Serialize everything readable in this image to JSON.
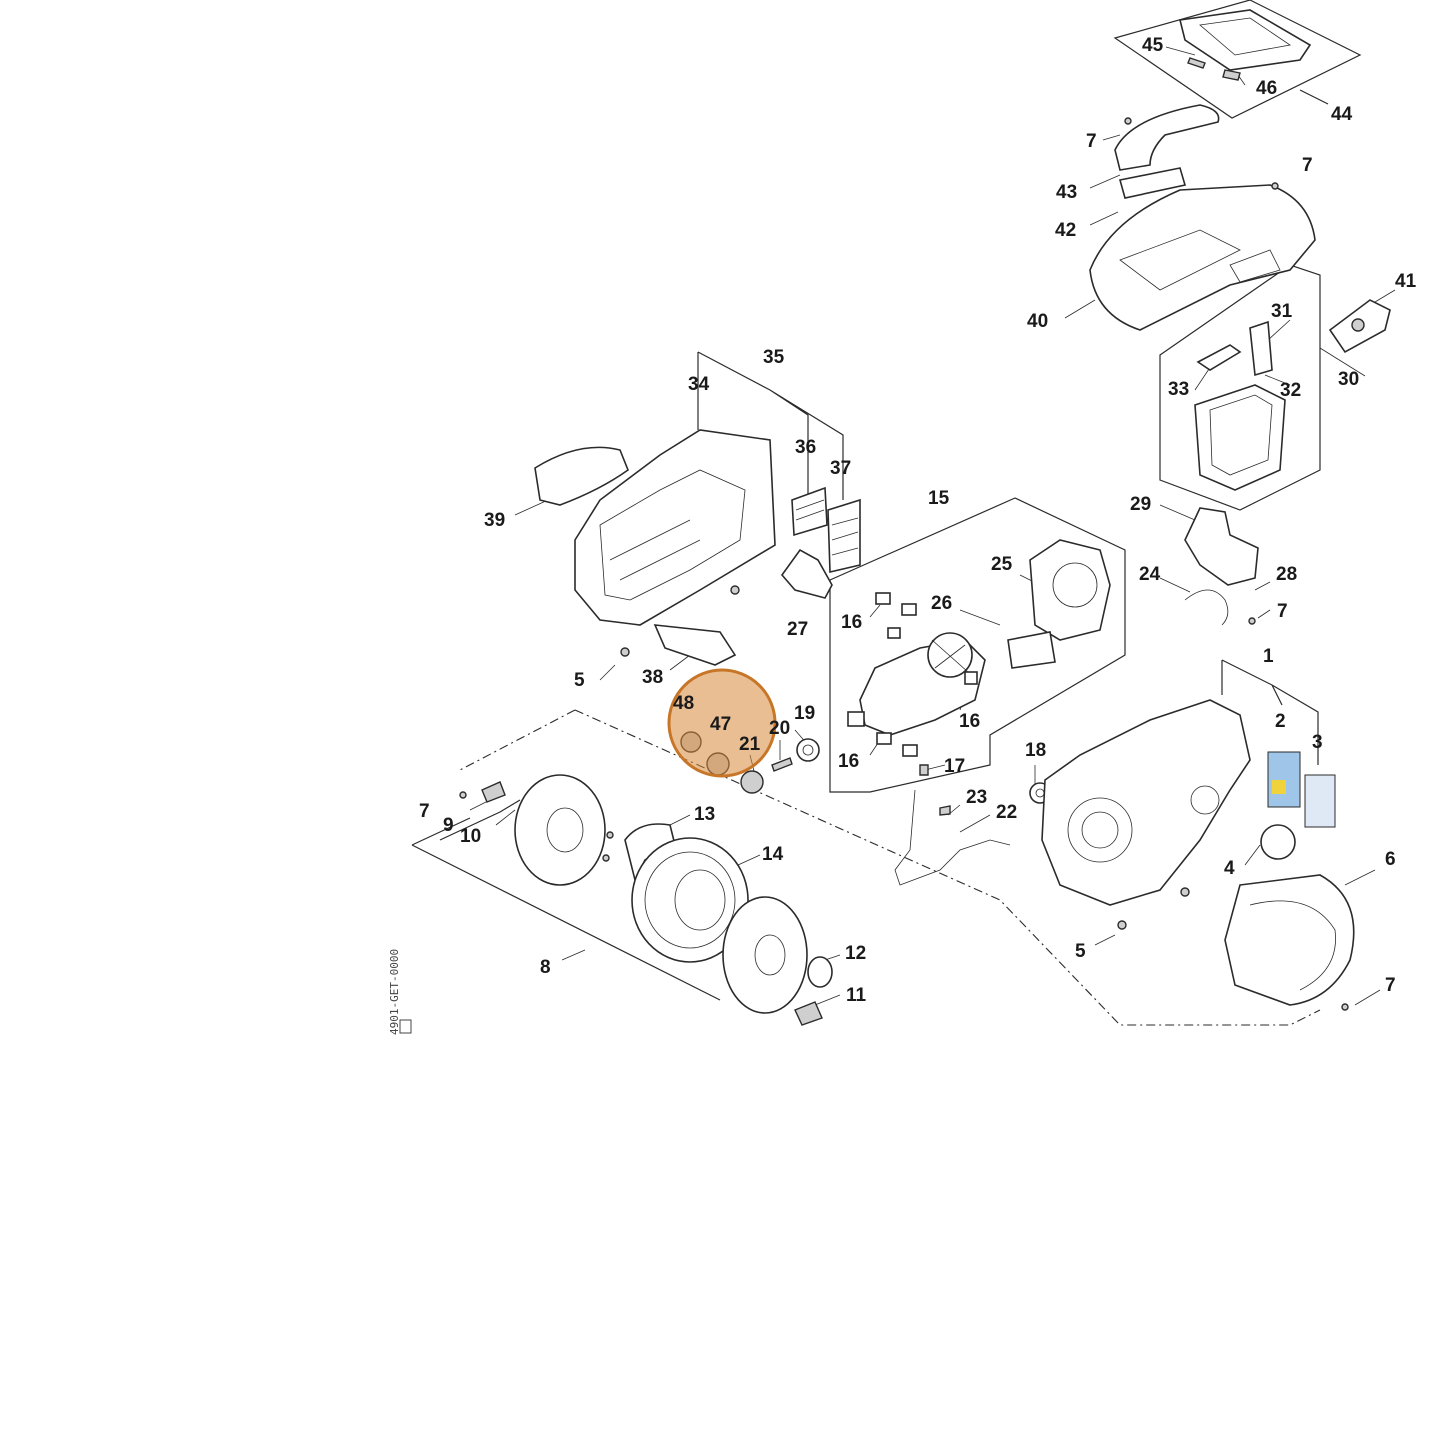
{
  "diagram": {
    "type": "exploded-parts-diagram",
    "highlight_color": "#d9893a",
    "part_labels": [
      {
        "id": "l1",
        "text": "1"
      },
      {
        "id": "l2",
        "text": "2"
      },
      {
        "id": "l3",
        "text": "3"
      },
      {
        "id": "l4",
        "text": "4"
      },
      {
        "id": "l5a",
        "text": "5"
      },
      {
        "id": "l5b",
        "text": "5"
      },
      {
        "id": "l6",
        "text": "6"
      },
      {
        "id": "l7a",
        "text": "7"
      },
      {
        "id": "l7b",
        "text": "7"
      },
      {
        "id": "l7c",
        "text": "7"
      },
      {
        "id": "l7d",
        "text": "7"
      },
      {
        "id": "l7e",
        "text": "7"
      },
      {
        "id": "l8",
        "text": "8"
      },
      {
        "id": "l9",
        "text": "9"
      },
      {
        "id": "l10",
        "text": "10"
      },
      {
        "id": "l11",
        "text": "11"
      },
      {
        "id": "l12",
        "text": "12"
      },
      {
        "id": "l13",
        "text": "13"
      },
      {
        "id": "l14",
        "text": "14"
      },
      {
        "id": "l15",
        "text": "15"
      },
      {
        "id": "l16a",
        "text": "16"
      },
      {
        "id": "l16b",
        "text": "16"
      },
      {
        "id": "l16c",
        "text": "16"
      },
      {
        "id": "l17",
        "text": "17"
      },
      {
        "id": "l18",
        "text": "18"
      },
      {
        "id": "l19",
        "text": "19"
      },
      {
        "id": "l20",
        "text": "20"
      },
      {
        "id": "l21",
        "text": "21"
      },
      {
        "id": "l22",
        "text": "22"
      },
      {
        "id": "l23",
        "text": "23"
      },
      {
        "id": "l24",
        "text": "24"
      },
      {
        "id": "l25",
        "text": "25"
      },
      {
        "id": "l26",
        "text": "26"
      },
      {
        "id": "l27",
        "text": "27"
      },
      {
        "id": "l28",
        "text": "28"
      },
      {
        "id": "l29",
        "text": "29"
      },
      {
        "id": "l30",
        "text": "30"
      },
      {
        "id": "l31",
        "text": "31"
      },
      {
        "id": "l32",
        "text": "32"
      },
      {
        "id": "l33",
        "text": "33"
      },
      {
        "id": "l34",
        "text": "34"
      },
      {
        "id": "l35",
        "text": "35"
      },
      {
        "id": "l36",
        "text": "36"
      },
      {
        "id": "l37",
        "text": "37"
      },
      {
        "id": "l38",
        "text": "38"
      },
      {
        "id": "l39",
        "text": "39"
      },
      {
        "id": "l40",
        "text": "40"
      },
      {
        "id": "l41",
        "text": "41"
      },
      {
        "id": "l42",
        "text": "42"
      },
      {
        "id": "l43",
        "text": "43"
      },
      {
        "id": "l44",
        "text": "44"
      },
      {
        "id": "l45",
        "text": "45"
      },
      {
        "id": "l46",
        "text": "46"
      },
      {
        "id": "l47",
        "text": "47"
      },
      {
        "id": "l48",
        "text": "48"
      }
    ],
    "drawing_code": "4901-GET-0000"
  }
}
